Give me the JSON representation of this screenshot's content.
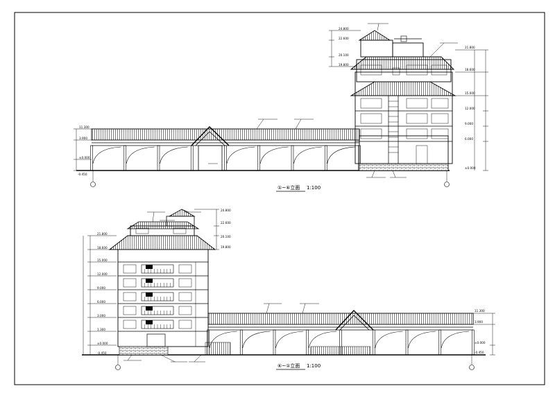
{
  "drawing": {
    "upper_elevation": {
      "title": "①~⑥立面",
      "scale": "1:100"
    },
    "lower_elevation": {
      "title": "⑥~①立面",
      "scale": "1:100"
    }
  },
  "colors": {
    "ink": "#000000",
    "paper": "#ffffff"
  }
}
